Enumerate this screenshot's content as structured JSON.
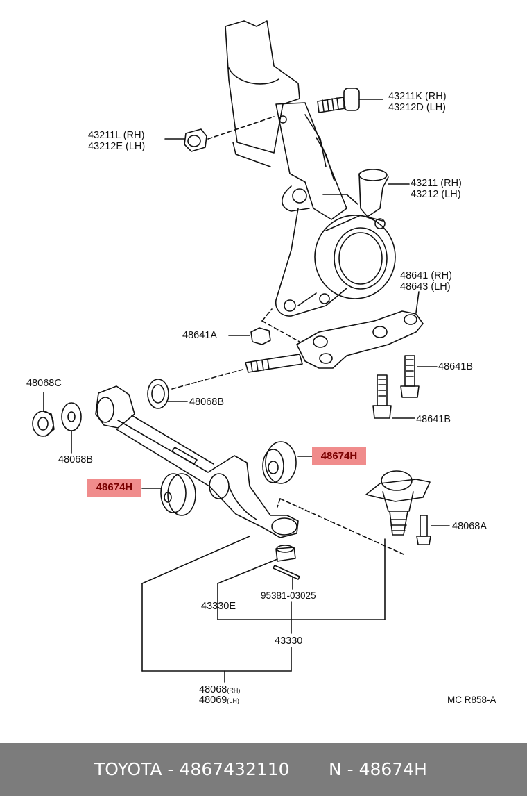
{
  "labels": {
    "knuckle_bolt": [
      "43211K (RH)",
      "43212D (LH)"
    ],
    "knuckle_nut": [
      "43211L (RH)",
      "43212E (LH)"
    ],
    "knuckle": [
      "43211 (RH)",
      "43212 (LH)"
    ],
    "bracket": [
      "48641 (RH)",
      "48643 (LH)"
    ],
    "nut_48641A": "48641A",
    "bolt_48641B_top": "48641B",
    "bolt_48641B_bottom": "48641B",
    "washer_left_c": "48068C",
    "washer_right_b": "48068B",
    "washer_left_b": "48068B",
    "bolt_48068A": "48068A",
    "ball_nut": "43330E",
    "cotter_pin": "95381-03025",
    "ball_joint": "43330",
    "arm_num_1": "48068",
    "arm_suffix_1": "(RH)",
    "arm_num_2": "48069",
    "arm_suffix_2": "(LH)",
    "ref_code": "MC R858-A"
  },
  "highlights": {
    "bushing_right": "48674H",
    "bushing_left": "48674H"
  },
  "footer": {
    "brand_part": "TOYOTA - 4867432110",
    "ref": "N - 48674H"
  },
  "colors": {
    "highlight_bg": "#f08c8c",
    "highlight_text": "#7a0000",
    "footer_bg": "#7c7c7c",
    "footer_text": "#ffffff"
  }
}
